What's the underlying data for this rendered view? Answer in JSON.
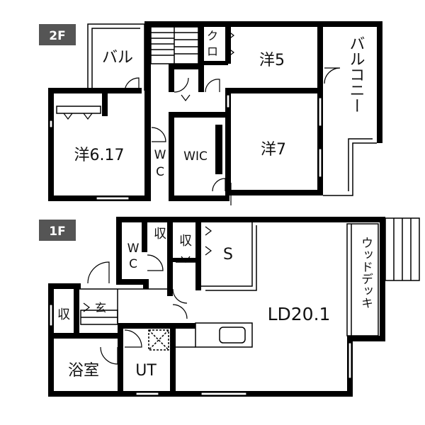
{
  "floors": {
    "upper": {
      "badge": "2F",
      "rooms": {
        "balcony_small": "バル",
        "closet_ku": "ク",
        "closet_ro": "ロ",
        "room5": "洋5",
        "balcony_big": "バルコニー",
        "room617": "洋6.17",
        "wc_w": "W",
        "wc_c": "C",
        "wic": "WIC",
        "room7": "洋7"
      }
    },
    "lower": {
      "badge": "1F",
      "rooms": {
        "wc_w": "W",
        "wc_c": "C",
        "storage1": "収",
        "storage2": "収",
        "storage_s": "S",
        "entrance": "玄",
        "storage3": "収",
        "ld": "LD20.1",
        "wood_deck": "ウッドデッキ",
        "bath": "浴室",
        "utility": "UT"
      }
    }
  },
  "colors": {
    "wall": "#000000",
    "badge_bg": "#555555",
    "badge_text": "#ffffff"
  }
}
